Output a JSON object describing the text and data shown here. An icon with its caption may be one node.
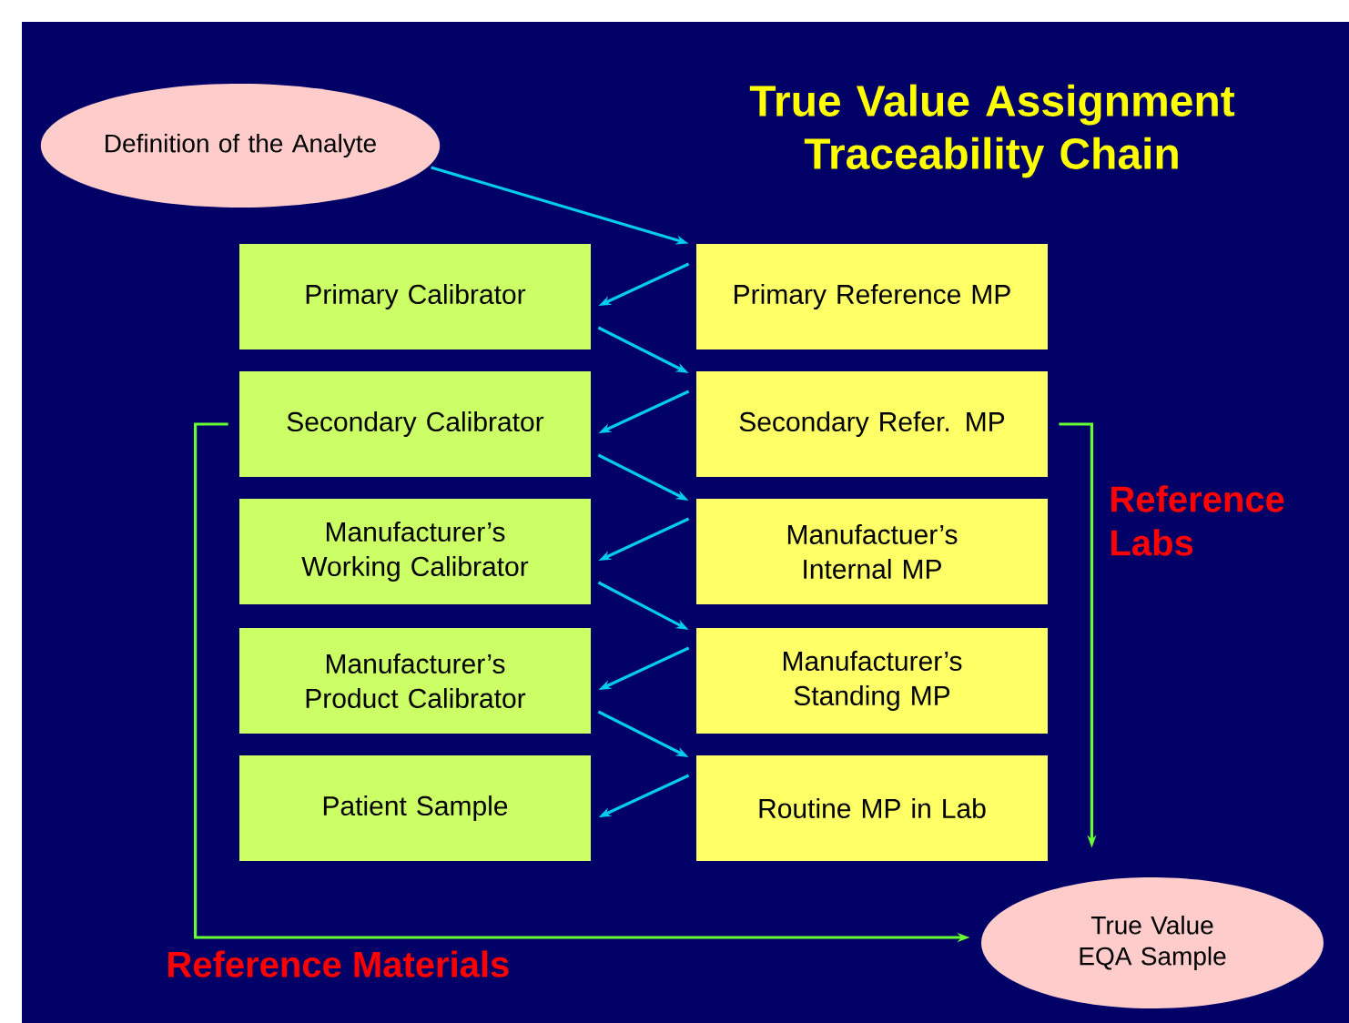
{
  "diagram": {
    "title": "True Value Assignment Traceability Chain",
    "nodes": [
      {
        "text": [
          "Definition of the Analyte"
        ]
      },
      {
        "text": [
          "Primary Calibrator"
        ]
      },
      {
        "text": [
          "Primary Reference MP"
        ]
      },
      {
        "text": [
          "Secondary Calibrator"
        ]
      },
      {
        "text": [
          "Secondary Refer. MP"
        ]
      },
      {
        "text": [
          "Manufacturer’s Working Calibrator"
        ]
      },
      {
        "text": [
          "Manufactuer’s Internal MP"
        ]
      },
      {
        "text": [
          "Manufacturer’s Product Calibrator"
        ]
      },
      {
        "text": [
          "Manufacturer’s Standing MP"
        ]
      },
      {
        "text": [
          "Patient Sample"
        ]
      },
      {
        "text": [
          "Routine MP in Lab"
        ]
      },
      {
        "text": [
          "True Value EQA Sample"
        ]
      }
    ],
    "edges": [
      {
        "from": 0,
        "to": 2,
        "arrow": "to"
      },
      {
        "from": 2,
        "to": 1,
        "arrow": "to"
      },
      {
        "from": 1,
        "to": 4,
        "arrow": "to"
      },
      {
        "from": 4,
        "to": 3,
        "arrow": "to"
      },
      {
        "from": 3,
        "to": 6,
        "arrow": "to"
      },
      {
        "from": 6,
        "to": 5,
        "arrow": "to"
      },
      {
        "from": 5,
        "to": 8,
        "arrow": "to"
      },
      {
        "from": 8,
        "to": 7,
        "arrow": "to"
      },
      {
        "from": 7,
        "to": 10,
        "arrow": "to"
      },
      {
        "from": 10,
        "to": 9,
        "arrow": "to"
      },
      {
        "from": 3,
        "to": 11,
        "arrow": "to",
        "label": "Reference Materials",
        "color": "#66ff33"
      },
      {
        "from": 4,
        "to": 11,
        "arrow": "to",
        "label": "Reference Labs",
        "color": "#66ff33"
      }
    ]
  }
}
